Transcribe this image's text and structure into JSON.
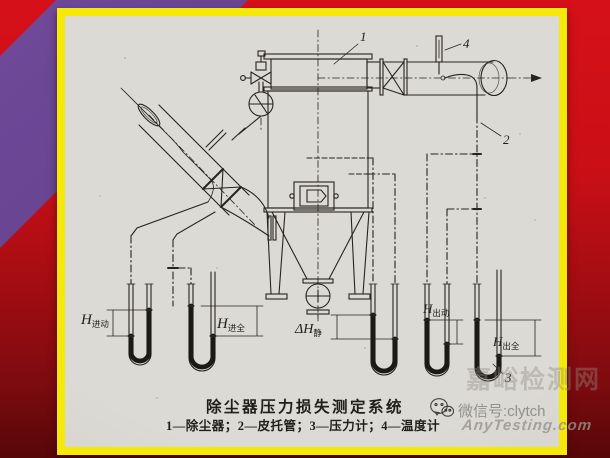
{
  "slide": {
    "background_top_color": "#d61019",
    "background_bottom_color": "#570709",
    "stripe_color": "#64418e",
    "frame_border_color": "#f5e90a",
    "paper_color": "#d9d7d1",
    "line_color": "#26241d"
  },
  "diagram": {
    "caption_title": "除尘器压力损失测定系统",
    "caption_legend": "1—除尘器；2—皮托管；3—压力计；4—温度计",
    "callouts": {
      "dust_collector": "1",
      "pitot_tube": "2",
      "manometer": "3",
      "thermometer": "4"
    },
    "manometer_labels": {
      "inlet_dynamic": {
        "main": "H",
        "sub": "进动"
      },
      "inlet_total": {
        "main": "H",
        "sub": "进全"
      },
      "static_drop": {
        "main": "ΔH",
        "sub": "静"
      },
      "outlet_dynamic": {
        "main": "H",
        "sub": "出动"
      },
      "outlet_total": {
        "main": "H",
        "sub": "出全"
      }
    }
  },
  "watermark": {
    "big_text": "嘉峪检测网",
    "wechat_id": "微信号:clytch",
    "site": "AnyTesting.com",
    "icon": "wechat-icon"
  }
}
